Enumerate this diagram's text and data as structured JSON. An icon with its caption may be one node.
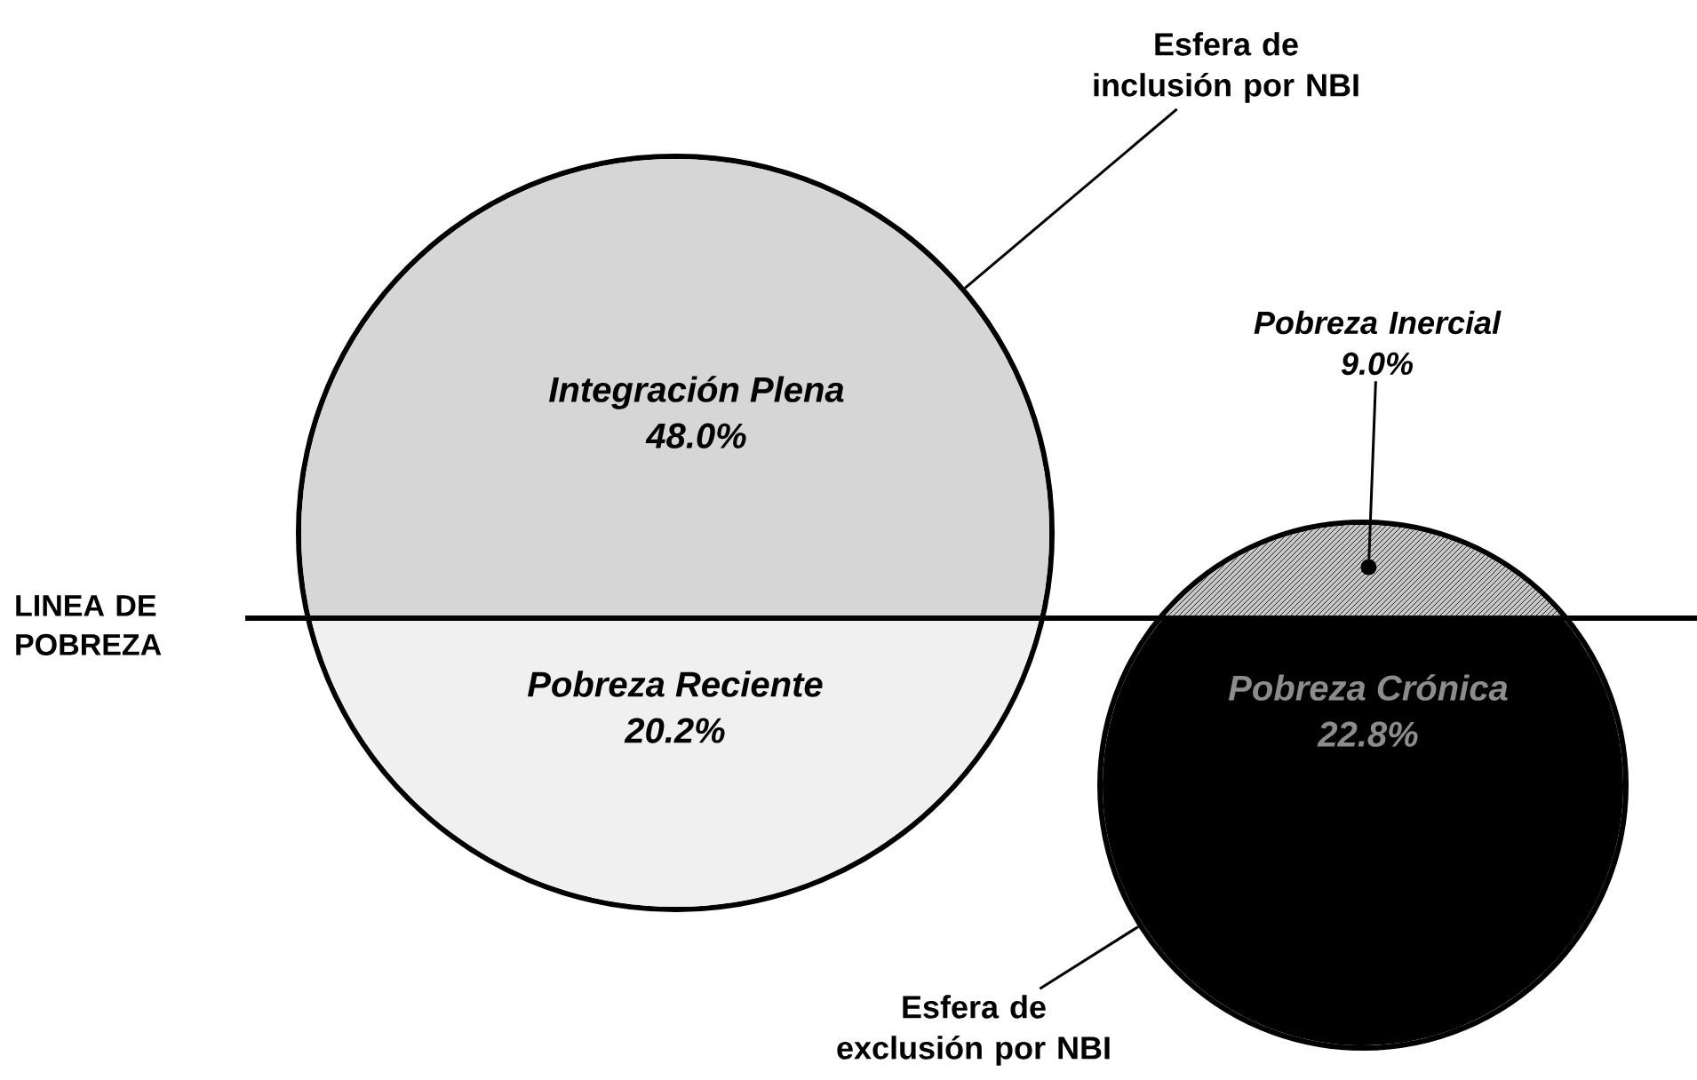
{
  "diagram": {
    "nodes": [
      {
        "text": [
          "Esfera de inclusión por NBI"
        ]
      },
      {
        "text": [],
        "shape": "circle"
      },
      {
        "text": [
          "Integración Plena",
          "48.0%"
        ],
        "in": 1
      },
      {
        "text": [
          "Pobreza Inercial",
          "9.0%"
        ]
      },
      {
        "text": [],
        "shape": "circle"
      },
      {
        "text": [],
        "shape": "segment",
        "in": 4
      },
      {
        "text": [
          "Pobreza Reciente",
          "20.2%"
        ],
        "in": 1
      },
      {
        "text": [
          "Pobreza Crónica",
          "22.8%"
        ],
        "in": 4
      },
      {
        "text": [
          "Esfera de exclusión por NBI"
        ]
      }
    ],
    "edges": [
      {
        "from": 0,
        "to": 1,
        "arrow": "none"
      },
      {
        "from": 3,
        "to": 5,
        "arrow": "other"
      },
      {
        "from": 8,
        "to": 4,
        "arrow": "none"
      }
    ],
    "labels": [
      "LINEA DE POBREZA"
    ]
  }
}
